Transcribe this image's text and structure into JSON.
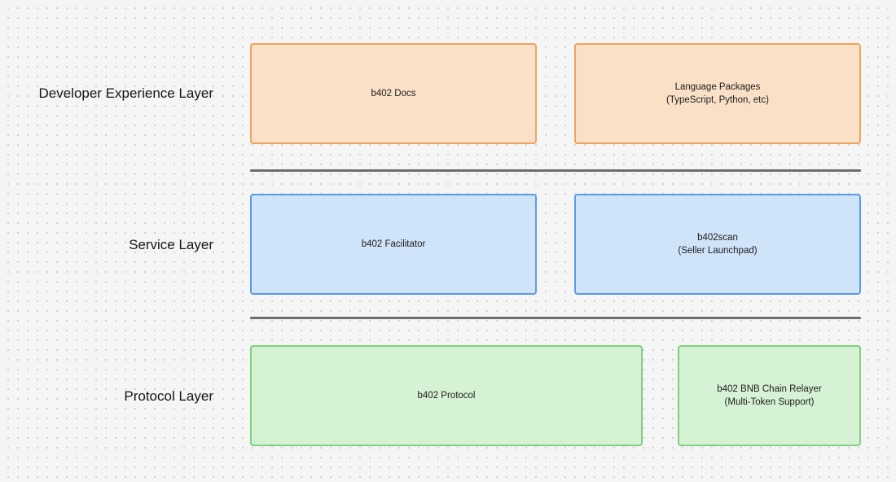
{
  "layers": {
    "developer_experience": {
      "label": "Developer Experience Layer",
      "card_docs": {
        "line1": "b402 Docs"
      },
      "card_packages": {
        "line1": "Language Packages",
        "line2": "(TypeScript, Python, etc)"
      }
    },
    "service": {
      "label": "Service Layer",
      "card_facilitator": {
        "line1": "b402 Facilitator"
      },
      "card_scan": {
        "line1": "b402scan",
        "line2": "(Seller Launchpad)"
      }
    },
    "protocol": {
      "label": "Protocol Layer",
      "card_protocol": {
        "line1": "b402 Protocol"
      },
      "card_relayer": {
        "line1": "b402 BNB Chain Relayer",
        "line2": "(Multi-Token Support)"
      }
    }
  },
  "colors": {
    "developer_experience_fill": "#f9e0c6",
    "developer_experience_border": "#eda45c",
    "service_fill": "#cfe3f9",
    "service_border": "#5b9be3",
    "protocol_fill": "#d6f2d4",
    "protocol_border": "#7fcf7e",
    "divider": "#6d6d6d"
  }
}
